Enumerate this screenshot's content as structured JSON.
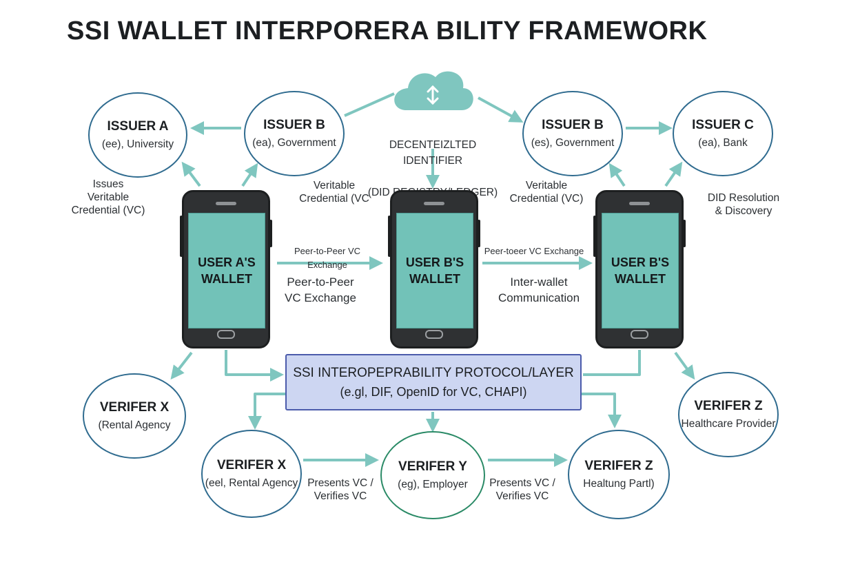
{
  "title": "SSI WALLET INTERPORERA BILITY FRAMEWORK",
  "colors": {
    "arrow": "#7fc6bf",
    "node_border": "#2f6b8f",
    "node_border_green": "#2a8a66",
    "screen": "#72c2b8",
    "phone": "#2f3133",
    "protocol_fill": "#cdd6f2",
    "protocol_border": "#4b5bab",
    "cloud": "#7fc6bf"
  },
  "icons": {
    "cloud": "cloud-sync-icon"
  },
  "registry": {
    "line1": "DECENTEIZLTED IDENTIFIER",
    "line2": "(DID REGISTRY/LEDGER)"
  },
  "nodes": {
    "issuer_a": {
      "title": "ISSUER A",
      "subtitle": "(ee), University"
    },
    "issuer_b_left": {
      "title": "ISSUER B",
      "subtitle": "(ea), Government"
    },
    "issuer_b_right": {
      "title": "ISSUER B",
      "subtitle": "(es), Government"
    },
    "issuer_c": {
      "title": "ISSUER C",
      "subtitle": "(ea), Bank"
    },
    "verifier_x_left": {
      "title": "VERIFER X",
      "subtitle": "(Rental Agency"
    },
    "verifier_z_right": {
      "title": "VERIFER Z",
      "subtitle": "Healthcare Provider"
    },
    "verifier_x_bottom": {
      "title": "VERIFER X",
      "subtitle": "(eel, Rental Agency"
    },
    "verifier_y": {
      "title": "VERIFER Y",
      "subtitle": "(eg), Employer"
    },
    "verifier_z_bottom": {
      "title": "VERIFER Z",
      "subtitle": "Healtung Partl)"
    }
  },
  "wallets": {
    "a": "USER A'S\nWALLET",
    "b": "USER B'S\nWALLET",
    "c": "USER B'S\nWALLET"
  },
  "protocol": {
    "title": "SSI INTEROPEPRABILITY PROTOCOL/LAYER",
    "subtitle": "(e.gl, DIF, OpenID for VC, CHAPI)"
  },
  "labels": {
    "issues_vc": "Issues\nVeritable\nCredential (VC)",
    "vc_left": "Veritable\nCredential (VC",
    "vc_right": "Veritable\nCredential (VC)",
    "did_resolution": "DID Resolution\n& Discovery",
    "p2p_small": "Peer-to-Peer VC Exchange",
    "p2p_large": "Peer-to-Peer\nVC Exchange",
    "p2p_small_right": "Peer-toeer VC Exchange",
    "inter_wallet": "Inter-wallet\nCommunication",
    "presents_left": "Presents VC /\nVerifies VC",
    "presents_right": "Presents VC /\nVerifies VC"
  }
}
